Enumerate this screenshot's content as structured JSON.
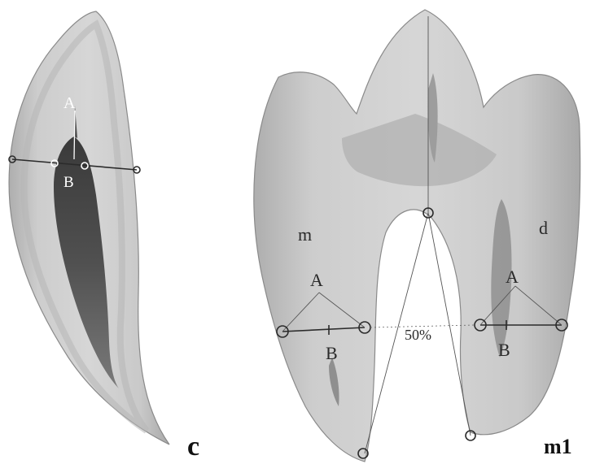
{
  "panels": {
    "canine": {
      "panel_label": "c",
      "point_a": "A",
      "point_b": "B"
    },
    "molar": {
      "panel_label": "m1",
      "mesial_root": "m",
      "distal_root": "d",
      "mesial_point_a": "A",
      "mesial_point_b": "B",
      "distal_point_a": "A",
      "distal_point_b": "B",
      "midline_percent": "50%"
    }
  },
  "colors": {
    "tooth": "#c7c7c7",
    "pulp_canine": "#4a4a4a",
    "pulp_molar": "#8f8f8f",
    "measure_line": "#2b2b2b"
  }
}
